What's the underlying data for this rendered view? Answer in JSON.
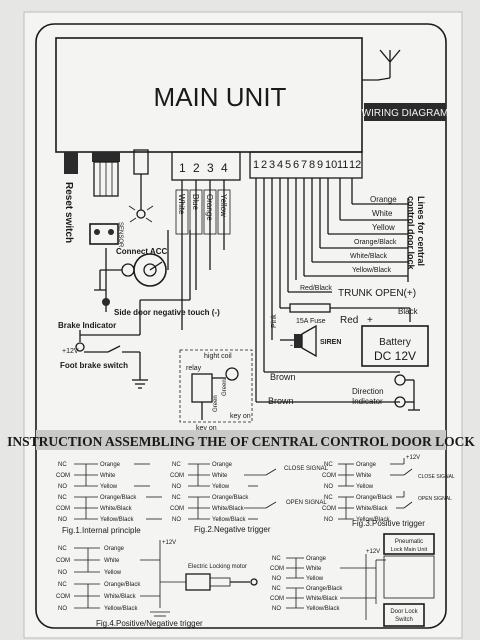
{
  "main_unit": {
    "title": "MAIN UNIT"
  },
  "header": {
    "wiring_diagram": "WIRING DIAGRAM"
  },
  "left": {
    "reset_switch": "Reset switch",
    "sensor": "SENSOR",
    "connect_acc": "Connect ACC",
    "side_door": "Side door negative touch (-)",
    "brake_indicator": "Brake Indicator",
    "plus12v": "+12V",
    "foot_brake": "Foot brake switch",
    "hight_coil": "hight coil",
    "relay": "relay",
    "green": "Green",
    "green2": "Green",
    "key_on": "key on",
    "key_on2": "key on"
  },
  "plug_small": {
    "pins": [
      "1",
      "2",
      "3",
      "4"
    ],
    "wires": [
      "White",
      "Blue",
      "Orange",
      "Yellow"
    ]
  },
  "plug_large": {
    "pins": [
      "1",
      "2",
      "3",
      "4",
      "5",
      "6",
      "7",
      "8",
      "9",
      "10",
      "11",
      "12"
    ]
  },
  "door_lock_lines": {
    "wires": [
      "Orange",
      "White",
      "Yellow",
      "Orange/Black",
      "White/Black",
      "Yellow/Black"
    ],
    "label_line1": "Lines for central",
    "label_line2": "control door lock"
  },
  "right": {
    "red_black": "Red/Black",
    "trunk_open": "TRUNK OPEN(+)",
    "fuse": "15A Fuse",
    "red": "Red",
    "plus": "+",
    "black": "Black",
    "pink": "Pink",
    "minus": "-",
    "battery": "Battery",
    "battery_v": "DC 12V",
    "siren": "SIREN",
    "brown1": "Brown",
    "brown2": "Brown",
    "direction": "Direction",
    "indicator": "Indicator"
  },
  "banner": {
    "title": "INSTRUCTION ASSEMBLING THE OF CENTRAL CONTROL DOOR LOCK"
  },
  "fig_rows": {
    "terms": [
      "NC",
      "COM",
      "NO",
      "NC",
      "COM",
      "NO"
    ],
    "wires": [
      "Orange",
      "White",
      "Yellow",
      "Orange/Black",
      "White/Black",
      "Yellow/Black"
    ]
  },
  "figures": {
    "fig1": "Fig.1.Internal principle",
    "fig2": "Fig.2.Negative trigger",
    "fig3": "Fig.3.Positive trigger",
    "fig4": "Fig.4.Positive/Negative trigger",
    "close_signal": "CLOSE SIGNAL",
    "open_signal": "OPEN SIGNAL",
    "close_signal_s": "CLOSE SIGNAL",
    "open_signal_s": "OPEN SIGNAL",
    "plus12v_a": "+12V",
    "plus12v_b": "+12V",
    "plus12v_c": "+12V",
    "motor": "Electric Locking motor",
    "pneumatic1": "Pneumatic",
    "pneumatic2": "Lock Main Unit",
    "door_lock_switch1": "Door Lock",
    "door_lock_switch2": "Switch"
  }
}
